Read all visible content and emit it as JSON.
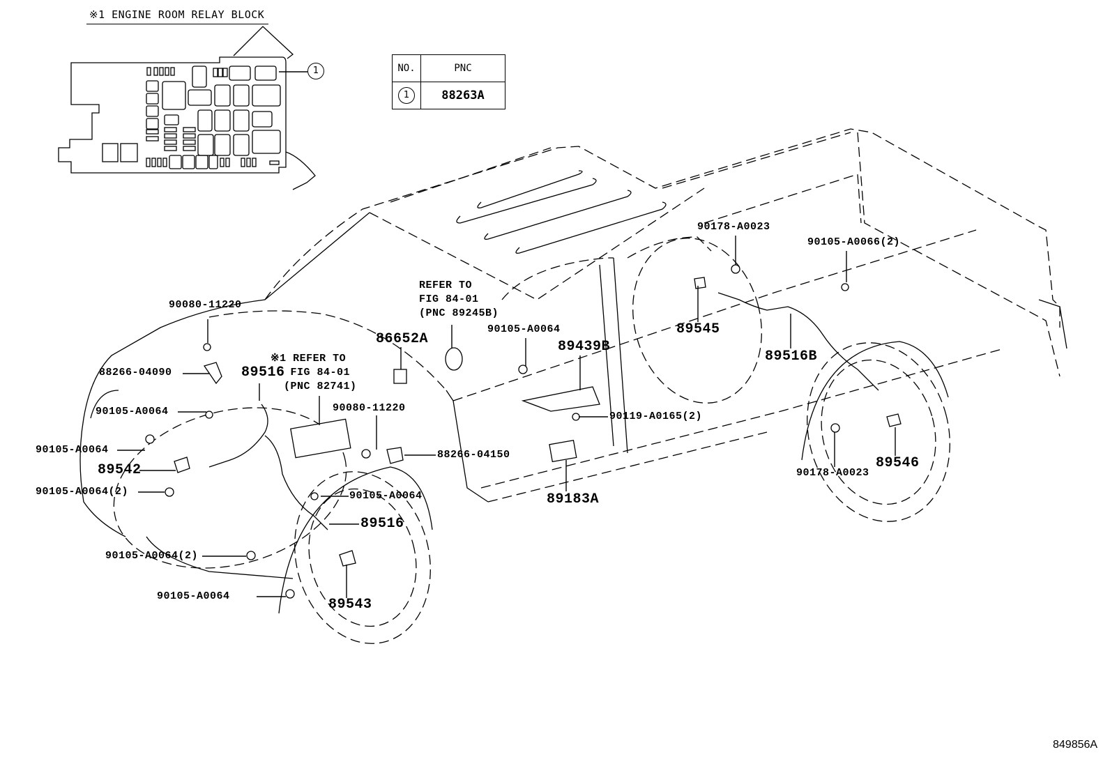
{
  "relay_block": {
    "title": "※1 ENGINE ROOM RELAY BLOCK",
    "callout": "1"
  },
  "pnc_table": {
    "headers": [
      "NO.",
      "PNC"
    ],
    "rows": [
      {
        "no": "1",
        "pnc": "88263A"
      }
    ]
  },
  "notes": {
    "refer_mirror": "REFER TO\nFIG 84-01\n(PNC 89245B)",
    "refer_relay": "※1 REFER TO\n   FIG 84-01\n  (PNC 82741)"
  },
  "labels": {
    "p90080_11220_top": "90080-11220",
    "p88266_04090": "88266-04090",
    "p89516_top": "89516",
    "p90105_A0064_a": "90105-A0064",
    "p90105_A0064_b": "90105-A0064",
    "p89542": "89542",
    "p90105_A0064_2_a": "90105-A0064(2)",
    "p90105_A0064_2_b": "90105-A0064(2)",
    "p90105_A0064_c": "90105-A0064",
    "p86652A": "86652A",
    "p90080_11220_mid": "90080-11220",
    "p88266_04150": "88266-04150",
    "p90105_A0064_d": "90105-A0064",
    "p89516_mid": "89516",
    "p89543": "89543",
    "p90105_A0064_e": "90105-A0064",
    "p89439B": "89439B",
    "p90119_A0165_2": "90119-A0165(2)",
    "p89183A": "89183A",
    "p90178_A0023_top": "90178-A0023",
    "p89545": "89545",
    "p90105_A0066_2": "90105-A0066(2)",
    "p89516B": "89516B",
    "p90178_A0023_bot": "90178-A0023",
    "p89546": "89546"
  },
  "drawing_id": "849856A"
}
